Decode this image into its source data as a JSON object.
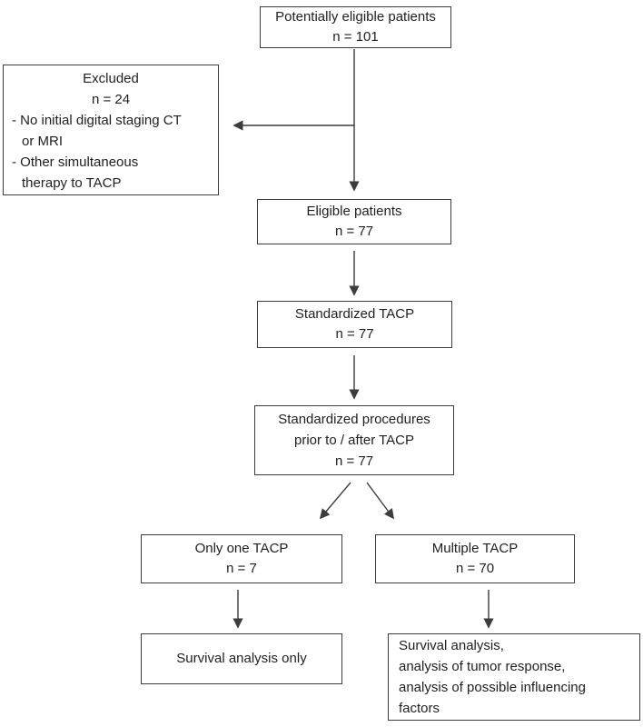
{
  "colors": {
    "background": "#ffffff",
    "line": "#3c3c3c",
    "text": "#1f1f1f"
  },
  "boxes": {
    "potentially_eligible": {
      "line1": "Potentially eligible patients",
      "line2": "n = 101"
    },
    "excluded": {
      "title": "Excluded",
      "count": "n = 24",
      "reason1_line1": "- No initial digital staging CT",
      "reason1_line2": "or MRI",
      "reason2_line1": "- Other simultaneous",
      "reason2_line2": "therapy to TACP"
    },
    "eligible": {
      "line1": "Eligible patients",
      "line2": "n = 77"
    },
    "standardized_tacp": {
      "line1": "Standardized TACP",
      "line2": "n = 77"
    },
    "standardized_procedures": {
      "line1": "Standardized procedures",
      "line2": "prior to / after TACP",
      "line3": "n = 77"
    },
    "only_one_tacp": {
      "line1": "Only one TACP",
      "line2": "n = 7"
    },
    "multiple_tacp": {
      "line1": "Multiple TACP",
      "line2": "n = 70"
    },
    "survival_only": {
      "line1": "Survival analysis only"
    },
    "full_analysis": {
      "line1": "Survival analysis,",
      "line2": "analysis of tumor response,",
      "line3": "analysis of possible influencing",
      "line4": "factors"
    }
  }
}
